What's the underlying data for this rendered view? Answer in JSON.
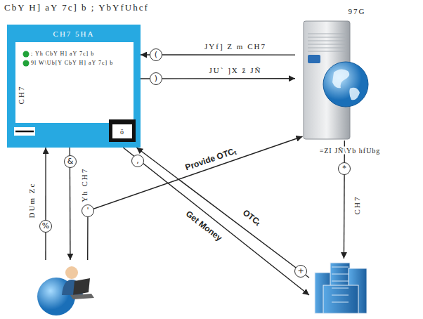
{
  "diagram": {
    "title": "CbY H] aY 7c] b ; YbYfUhcf",
    "nodes": [
      {
        "text": [
          "CH7 5HA",
          "; Yh CbY H] aY 7c] b",
          "9l W\\Ub[Y CbY H] aY 7c] b",
          "CH7"
        ]
      },
      {
        "text": [
          "97G"
        ]
      },
      {
        "text": []
      },
      {
        "text": []
      }
    ],
    "edges": [
      {
        "from": 1,
        "to": 0,
        "arrow": "to",
        "label": "JYf] Z m CH7"
      },
      {
        "from": 0,
        "to": 1,
        "arrow": "to",
        "label": "JU` ]X ž JÑ"
      },
      {
        "from": 3,
        "to": 0,
        "arrow": "to",
        "label": "DUm Zc"
      },
      {
        "from": 0,
        "to": 3,
        "arrow": "to",
        "label": "; Yh CH7"
      },
      {
        "from": 3,
        "to": 1,
        "arrow": "to",
        "label": "Provide OTCₜ"
      },
      {
        "from": 1,
        "to": 2,
        "arrow": "to",
        "label": "CH7"
      },
      {
        "from": 2,
        "to": 0,
        "arrow": "to",
        "label": "OTCₜ"
      },
      {
        "from": 0,
        "to": 2,
        "arrow": "to",
        "label": "Get Money"
      }
    ],
    "labels": [
      "(",
      ")",
      "%",
      "&",
      "'",
      "*",
      "+",
      ",",
      "=ZI JÑ\\Yb hfUbg",
      "ö"
    ]
  }
}
